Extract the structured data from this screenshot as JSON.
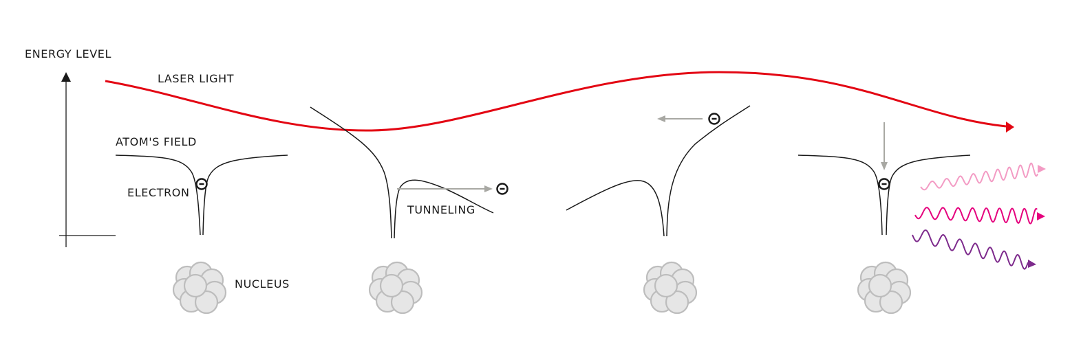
{
  "labels": {
    "energy_level": "ENERGY LEVEL",
    "laser_light": "LASER LIGHT",
    "atoms_field": "ATOM'S FIELD",
    "electron": "ELECTRON",
    "tunneling": "TUNNELING",
    "nucleus": "NUCLEUS"
  },
  "colors": {
    "laser": "#e30613",
    "ink": "#1a1a1a",
    "arrow_gray": "#a8a8a3",
    "nucleus_fill": "#e6e6e6",
    "nucleus_stroke": "#bdbdbd",
    "emission_light_pink": "#f39bc4",
    "emission_magenta": "#e5007d",
    "emission_purple": "#7d2a8c"
  },
  "icons": {
    "electron": "electron-icon",
    "nucleus": "nucleus-icon",
    "arrow": "arrow-icon"
  }
}
